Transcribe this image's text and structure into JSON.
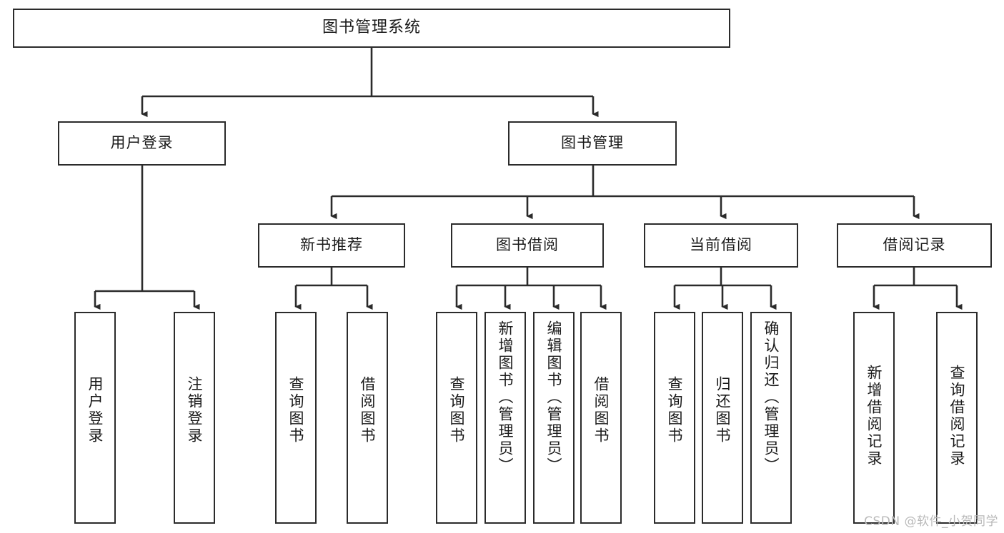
{
  "diagram": {
    "title": "图书管理系统",
    "type": "functional-structure-tree",
    "root": {
      "id": "root",
      "label": "图书管理系统",
      "orientation": "horizontal"
    },
    "level2": [
      {
        "id": "user-login",
        "label": "用户登录",
        "orientation": "horizontal"
      },
      {
        "id": "book-manage",
        "label": "图书管理",
        "orientation": "horizontal"
      }
    ],
    "level3": [
      {
        "id": "new-book-recommend",
        "label": "新书推荐",
        "orientation": "horizontal",
        "parent": "book-manage"
      },
      {
        "id": "book-borrow",
        "label": "图书借阅",
        "orientation": "horizontal",
        "parent": "book-manage"
      },
      {
        "id": "current-borrow",
        "label": "当前借阅",
        "orientation": "horizontal",
        "parent": "book-manage"
      },
      {
        "id": "borrow-record",
        "label": "借阅记录",
        "orientation": "horizontal",
        "parent": "book-manage"
      }
    ],
    "leaves": [
      {
        "id": "leaf-user-login",
        "label": "用户登录",
        "parent": "user-login",
        "orientation": "vertical"
      },
      {
        "id": "leaf-logout-login",
        "label": "注销登录",
        "parent": "user-login",
        "orientation": "vertical"
      },
      {
        "id": "leaf-query-book-1",
        "label": "查询图书",
        "parent": "new-book-recommend",
        "orientation": "vertical"
      },
      {
        "id": "leaf-borrow-book-1",
        "label": "借阅图书",
        "parent": "new-book-recommend",
        "orientation": "vertical"
      },
      {
        "id": "leaf-query-book-2",
        "label": "查询图书",
        "parent": "book-borrow",
        "orientation": "vertical"
      },
      {
        "id": "leaf-add-book",
        "label": "新增图书（管理员）",
        "parent": "book-borrow",
        "orientation": "vertical"
      },
      {
        "id": "leaf-edit-book",
        "label": "编辑图书（管理员）",
        "parent": "book-borrow",
        "orientation": "vertical"
      },
      {
        "id": "leaf-borrow-book-2",
        "label": "借阅图书",
        "parent": "book-borrow",
        "orientation": "vertical"
      },
      {
        "id": "leaf-query-book-3",
        "label": "查询图书",
        "parent": "current-borrow",
        "orientation": "vertical"
      },
      {
        "id": "leaf-return-book",
        "label": "归还图书",
        "parent": "current-borrow",
        "orientation": "vertical"
      },
      {
        "id": "leaf-confirm-return",
        "label": "确认归还（管理员）",
        "parent": "current-borrow",
        "orientation": "vertical"
      },
      {
        "id": "leaf-add-record",
        "label": "新增借阅记录",
        "parent": "borrow-record",
        "orientation": "vertical"
      },
      {
        "id": "leaf-query-record",
        "label": "查询借阅记录",
        "parent": "borrow-record",
        "orientation": "vertical"
      }
    ],
    "watermark": "CSDN @软件_小贺同学",
    "colors": {
      "stroke": "#2b2b2b",
      "fill": "#ffffff",
      "text": "#1a1a1a",
      "watermark": "#b9b9b9"
    }
  }
}
